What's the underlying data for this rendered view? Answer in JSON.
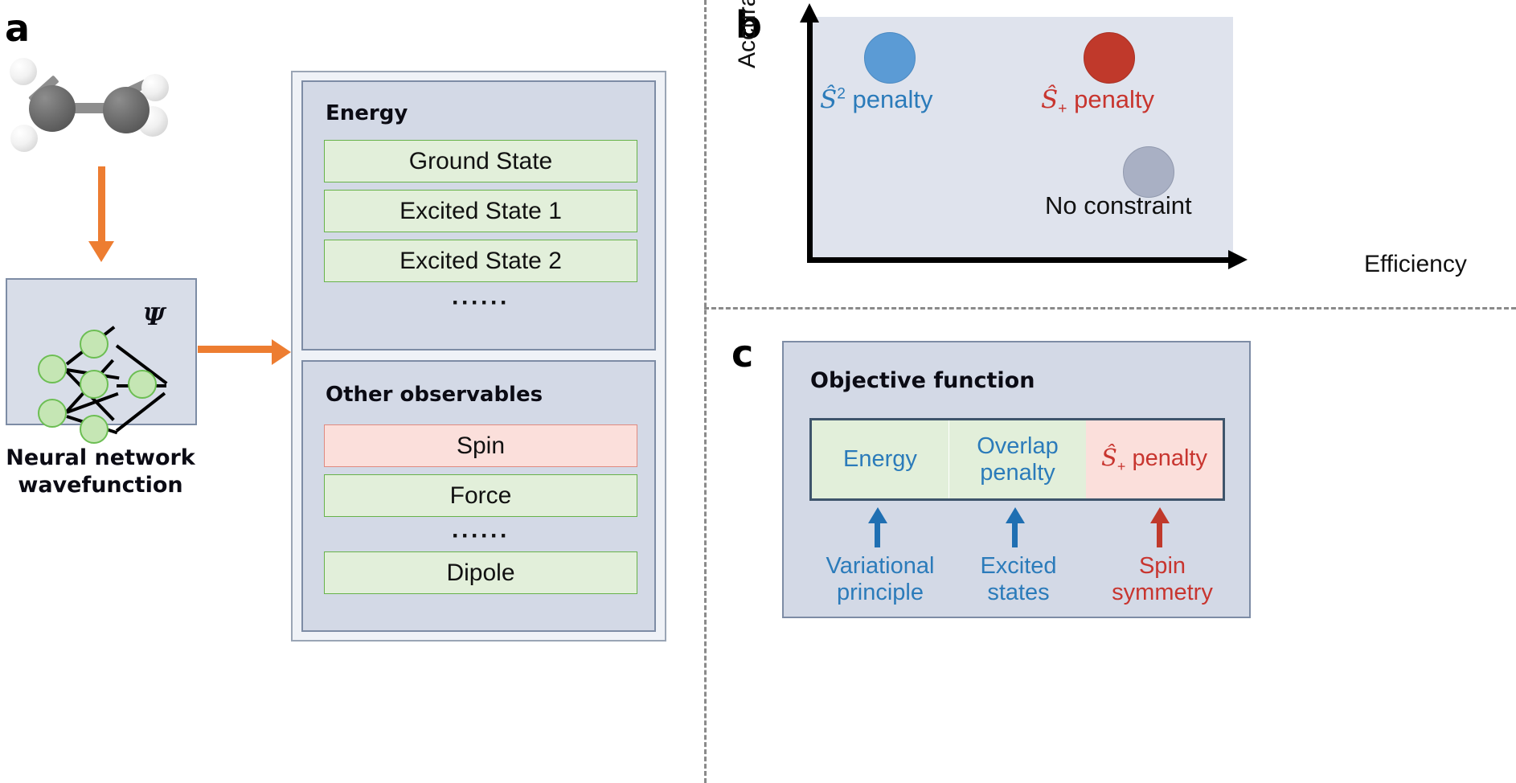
{
  "figure": {
    "panels": [
      "a",
      "b",
      "c"
    ]
  },
  "panel_a": {
    "letter": "a",
    "molecule": {
      "name": "ethylene-molecule",
      "atoms": [
        "C",
        "C",
        "H",
        "H",
        "H",
        "H"
      ]
    },
    "arrow_down": "down-arrow",
    "arrow_right": "right-arrow",
    "nn": {
      "psi_symbol": "Ψ",
      "caption_line1": "Neural network",
      "caption_line2": "wavefunction"
    },
    "energy_group": {
      "title": "Energy",
      "items": [
        {
          "label": "Ground State",
          "color": "green"
        },
        {
          "label": "Excited State 1",
          "color": "green"
        },
        {
          "label": "Excited State 2",
          "color": "green"
        }
      ],
      "ellipsis": "······"
    },
    "other_group": {
      "title": "Other observables",
      "items": [
        {
          "label": "Spin",
          "color": "pink"
        },
        {
          "label": "Force",
          "color": "green"
        }
      ],
      "ellipsis": "······",
      "last_item": {
        "label": "Dipole",
        "color": "green"
      }
    }
  },
  "panel_b": {
    "letter": "b",
    "axis": {
      "y_label": "Accuracy",
      "x_label": "Efficiency"
    },
    "bubbles": [
      {
        "name": "s2-penalty",
        "label_pre": "Ŝ",
        "label_sup": "2",
        "label_sub": "",
        "label_post": " penalty",
        "color": "#5B9BD5",
        "text_color": "#2B7BBA"
      },
      {
        "name": "splus-penalty",
        "label_pre": "Ŝ",
        "label_sup": "",
        "label_sub": "+",
        "label_post": " penalty",
        "color": "#C0392B",
        "text_color": "#C8352F"
      },
      {
        "name": "no-constraint",
        "label_pre": "",
        "label_sup": "",
        "label_sub": "",
        "label_post": "No constraint",
        "color": "#A9B0C4",
        "text_color": "#111111"
      }
    ]
  },
  "panel_c": {
    "letter": "c",
    "title": "Objective function",
    "terms": [
      {
        "label": "Energy",
        "color": "green",
        "name": "energy-term"
      },
      {
        "label": "Overlap\npenalty",
        "color": "green",
        "name": "overlap-penalty-term"
      },
      {
        "label_pre": "Ŝ",
        "label_sub": "+",
        "label_post": " penalty",
        "color": "pink",
        "name": "splus-penalty-term"
      }
    ],
    "footers": [
      {
        "text": "Variational\nprinciple",
        "color": "#2B7BBA",
        "name": "variational-principle-label"
      },
      {
        "text": "Excited\nstates",
        "color": "#2B7BBA",
        "name": "excited-states-label"
      },
      {
        "text": "Spin\nsymmetry",
        "color": "#C8352F",
        "name": "spin-symmetry-label"
      }
    ]
  },
  "colors": {
    "orange_arrow": "#ED7D31",
    "panel_bg": "#D3D9E6",
    "plot_bg": "#DFE3ED",
    "green_fill": "#E2EFDA",
    "green_border": "#67B24A",
    "pink_fill": "#FBDFDB",
    "pink_border": "#E08A80",
    "blue_bubble": "#5B9BD5",
    "red_bubble": "#C0392B",
    "grey_bubble": "#A9B0C4",
    "blue_text": "#2B7BBA",
    "red_text": "#C8352F"
  }
}
